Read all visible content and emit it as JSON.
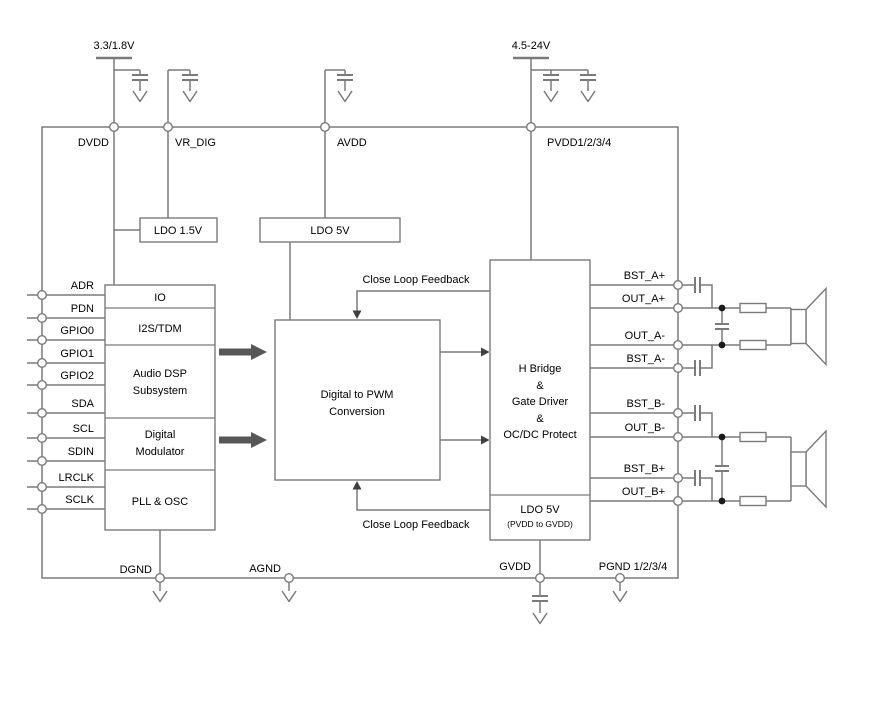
{
  "diagram": {
    "supplies": {
      "digital_rail": "3.3/1.8V",
      "power_rail": "4.5-24V"
    },
    "top_pins": {
      "dvdd": "DVDD",
      "vr_dig": "VR_DIG",
      "avdd": "AVDD",
      "pvdd": "PVDD1/2/3/4"
    },
    "left_pins": [
      "ADR",
      "PDN",
      "GPIO0",
      "GPIO1",
      "GPIO2",
      "SDA",
      "SCL",
      "SDIN",
      "LRCLK",
      "SCLK"
    ],
    "right_pins": [
      "BST_A+",
      "OUT_A+",
      "OUT_A-",
      "BST_A-",
      "BST_B-",
      "OUT_B-",
      "BST_B+",
      "OUT_B+"
    ],
    "bottom_pins": {
      "dgnd": "DGND",
      "agnd": "AGND",
      "gvdd": "GVDD",
      "pgnd": "PGND 1/2/3/4"
    },
    "blocks": {
      "ldo_1v5": "LDO 1.5V",
      "ldo_5v": "LDO 5V",
      "io": "IO",
      "i2s_tdm": "I2S/TDM",
      "audio_dsp": [
        "Audio DSP",
        "Subsystem"
      ],
      "digital_modulator": [
        "Digital",
        "Modulator"
      ],
      "pll_osc": "PLL & OSC",
      "pwm": [
        "Digital to PWM",
        "Conversion"
      ],
      "h_bridge": [
        "H Bridge",
        "&",
        "Gate Driver",
        "&",
        "OC/DC Protect"
      ],
      "h_bridge_ldo": "LDO 5V",
      "h_bridge_ldo_note": "(PVDD to GVDD)"
    },
    "annotations": {
      "feedback_top": "Close Loop Feedback",
      "feedback_bottom": "Close Loop Feedback"
    },
    "colors": {
      "wire": "#7a7a7a",
      "text": "#000000",
      "block_arrow": "#575757",
      "arrowhead": "#3f3f3f",
      "background": "#ffffff"
    }
  }
}
